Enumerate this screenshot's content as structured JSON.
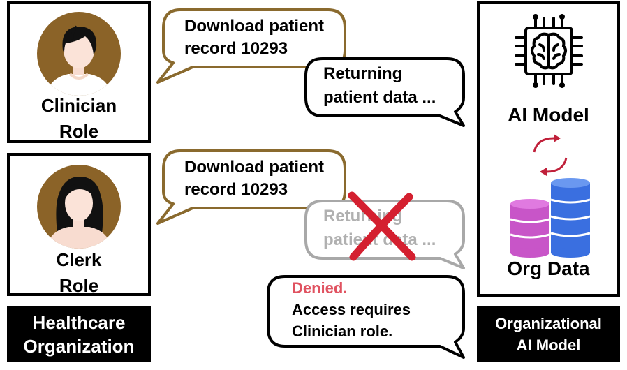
{
  "clinician": {
    "line1": "Clinician",
    "line2": "Role"
  },
  "clerk": {
    "line1": "Clerk",
    "line2": "Role"
  },
  "org_label": {
    "line1": "Healthcare",
    "line2": "Organization"
  },
  "model_box": {
    "ai_model": "AI Model",
    "org_data": "Org Data"
  },
  "model_label": {
    "line1": "Organizational",
    "line2": "AI Model"
  },
  "bubbles": {
    "clinician_request": {
      "line1": "Download patient",
      "line2": "record 10293"
    },
    "clinician_reply": {
      "line1": "Returning",
      "line2": "patient data ..."
    },
    "clerk_request": {
      "line1": "Download patient",
      "line2": "record 10293"
    },
    "clerk_reply_blocked": {
      "line1": "Returning",
      "line2": "patient data ..."
    },
    "denial": {
      "status": "Denied.",
      "line1": "Access requires",
      "line2": "Clinician role."
    }
  },
  "colors": {
    "request_bubble": "#8a6a2e",
    "blocked_bubble": "#a8a8a8",
    "denied_text": "#e05260",
    "cross": "#d42030",
    "avatar_bg": "#8b6328",
    "cycle_arrows": "#c0203a",
    "db_front": "#3a6fe0",
    "db_back": "#c855c8"
  },
  "icons": {
    "clinician_avatar": "female-short-hair-avatar",
    "clerk_avatar": "female-long-hair-avatar",
    "ai_chip": "brain-chip-icon",
    "sync": "cycle-arrows-icon",
    "database": "database-stack-icon",
    "denied_mark": "red-x-icon"
  }
}
